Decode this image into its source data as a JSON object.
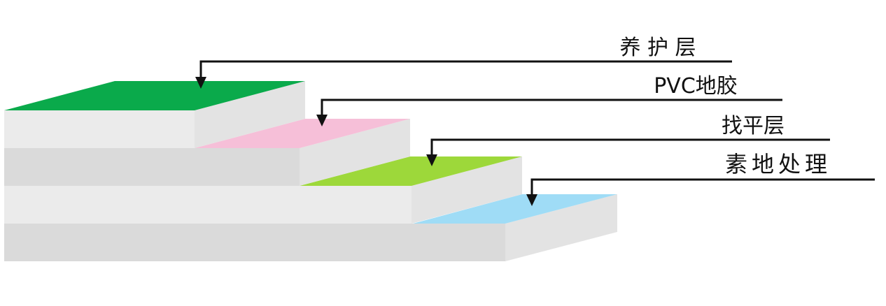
{
  "layers": [
    {
      "label": "养 护 层",
      "color": "#0aaa4b"
    },
    {
      "label": "PVC地胶",
      "color": "#f6bfd8"
    },
    {
      "label": "找平层",
      "color": "#9dd83a"
    },
    {
      "label": "素地处理",
      "color": "#9fdcf6"
    }
  ],
  "colors": {
    "front_light": "#ebebeb",
    "front_dark": "#dadada",
    "side": "#e3e3e3",
    "line": "#111111"
  }
}
